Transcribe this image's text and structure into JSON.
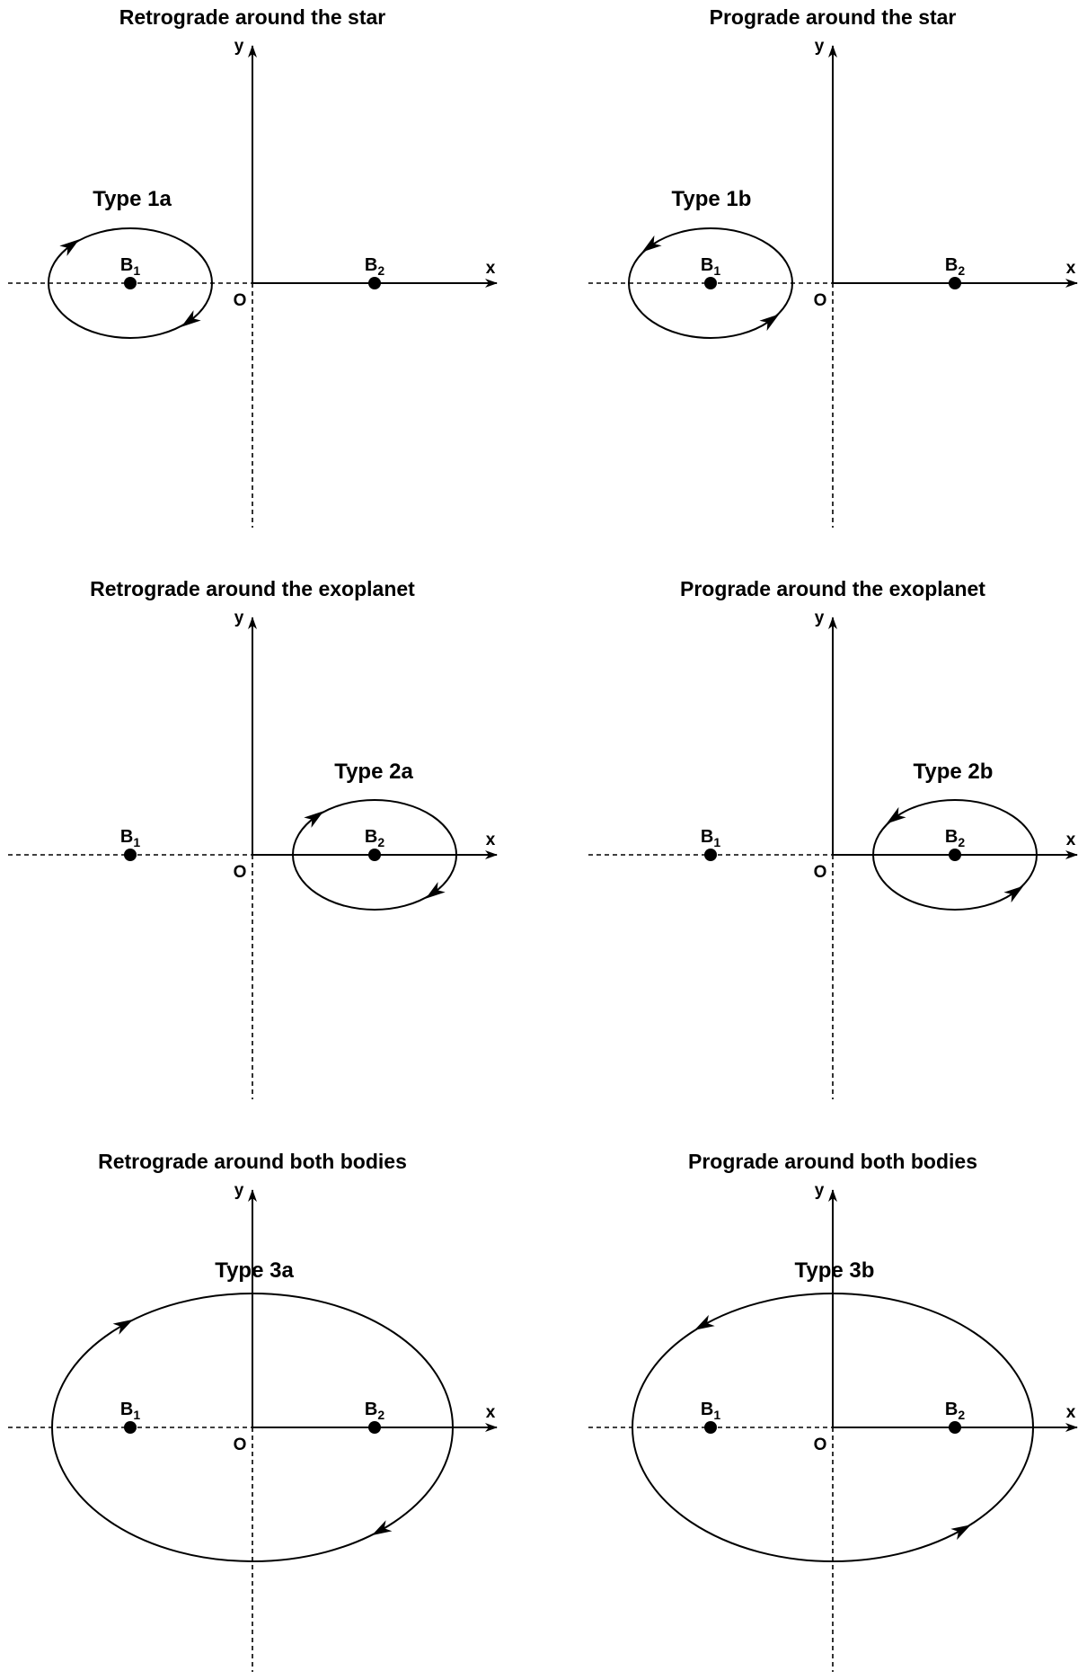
{
  "labels": {
    "y_axis": "y",
    "x_axis": "x",
    "origin": "O",
    "body1_main": "B",
    "body1_sub": "1",
    "body2_main": "B",
    "body2_sub": "2"
  },
  "panels": [
    {
      "id": "1a",
      "title": "Retrograde around the star",
      "type_label": "Type 1a",
      "orbit_center": "B1",
      "direction": "retrograde"
    },
    {
      "id": "1b",
      "title": "Prograde around the star",
      "type_label": "Type 1b",
      "orbit_center": "B1",
      "direction": "prograde"
    },
    {
      "id": "2a",
      "title": "Retrograde around the exoplanet",
      "type_label": "Type 2a",
      "orbit_center": "B2",
      "direction": "retrograde"
    },
    {
      "id": "2b",
      "title": "Prograde around the exoplanet",
      "type_label": "Type 2b",
      "orbit_center": "B2",
      "direction": "prograde"
    },
    {
      "id": "3a",
      "title": "Retrograde around both bodies",
      "type_label": "Type 3a",
      "orbit_center": "both",
      "direction": "retrograde"
    },
    {
      "id": "3b",
      "title": "Prograde around both bodies",
      "type_label": "Type 3b",
      "orbit_center": "both",
      "direction": "prograde"
    }
  ]
}
